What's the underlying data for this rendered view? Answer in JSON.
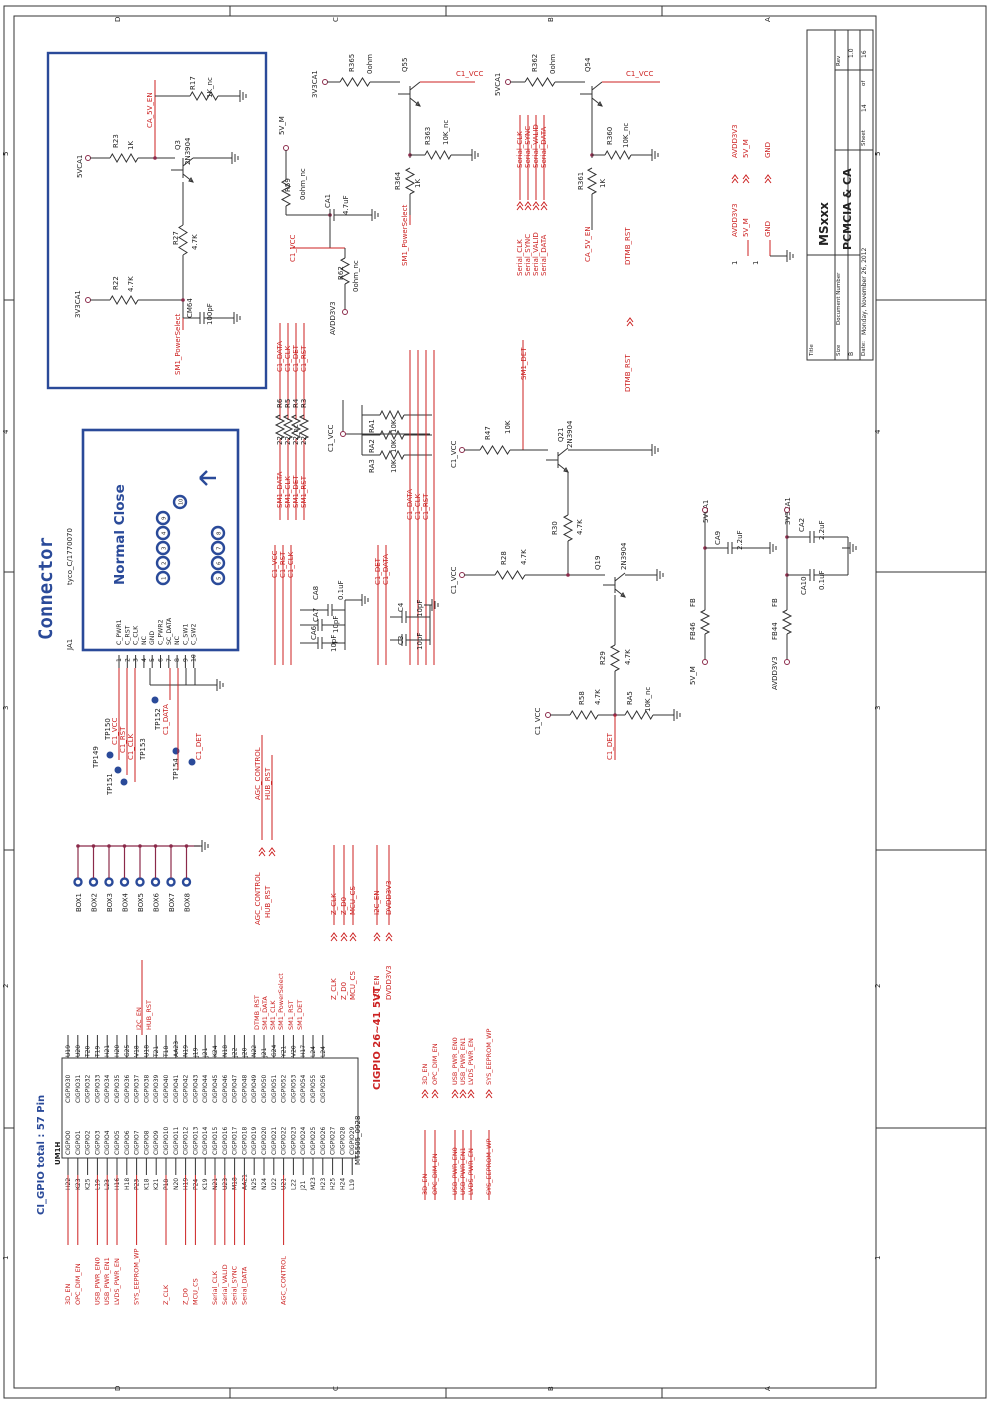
{
  "title_block": {
    "title_label": "Title",
    "title": "MSxxx",
    "doc_title": "PCMCIA & CA",
    "size_label": "Size",
    "size": "B",
    "doc_number_label": "Document Number",
    "rev_label": "Rev",
    "rev": "1.0",
    "date_label": "Date:",
    "date": "Monday, November 26, 2012",
    "sheet_label": "Sheet",
    "sheet": "14",
    "of_label": "of",
    "of": "16"
  },
  "border": {
    "rows_right": [
      "A",
      "B",
      "C",
      "D"
    ],
    "cols": [
      "1",
      "2",
      "3",
      "4",
      "5"
    ]
  },
  "connector_box": {
    "heading": "Connector",
    "part_ref": "JA1",
    "part_no": "tyco_C/1770070",
    "normal_close": "Normal Close",
    "pin_names": [
      "C_PWR1",
      "C_RST",
      "C_CLK",
      "NC",
      "GND",
      "C_PWR2",
      "SC_DATA",
      "NC",
      "C_SW1",
      "C_SW2"
    ],
    "pin_nums": [
      "1",
      "2",
      "3",
      "4",
      "5",
      "6",
      "7",
      "8",
      "9",
      "10"
    ],
    "top_circles": [
      "1",
      "2",
      "3",
      "4",
      "9"
    ],
    "bottom_circles": [
      "5",
      "6",
      "7",
      "8"
    ],
    "extra_circle": "10"
  },
  "test_points": {
    "labels": [
      "TP149",
      "TP150",
      "TP151",
      "TP152",
      "TP153",
      "TP154"
    ],
    "nets": [
      "C1_VCC",
      "C1_RST",
      "C1_CLK",
      "C1_DATA",
      "C1_DET"
    ]
  },
  "box_section": {
    "labels": [
      "BOX1",
      "BOX2",
      "BOX3",
      "BOX4",
      "BOX5",
      "BOX6",
      "BOX7",
      "BOX8"
    ]
  },
  "ca5v_circuit": {
    "refs": [
      "R17",
      "1K_nc",
      "R23",
      "1K",
      "Q3",
      "2N3904",
      "R27",
      "4.7K",
      "R22",
      "4.7K",
      "CM64",
      "100pF"
    ],
    "nets": [
      "CA_5V_EN",
      "5VCA1",
      "3V3CA1",
      "SM1_PowerSelect"
    ]
  },
  "power_switch_1": {
    "refs": [
      "R365",
      "0ohm",
      "Q55",
      "R363",
      "10K_nc",
      "R364",
      "1K",
      "R59",
      "0ohm_nc",
      "CA1",
      "4.7uF",
      "R62",
      "0ohm_nc"
    ],
    "nets": [
      "3V3CA1",
      "C1_VCC",
      "5V_M",
      "C1_VCC",
      "SM1_PowerSelect",
      "AVDD3V3"
    ]
  },
  "power_switch_2": {
    "refs": [
      "R362",
      "0ohm",
      "Q54",
      "R360",
      "10K_nc",
      "R361",
      "1K"
    ],
    "nets": [
      "5VCA1",
      "C1_VCC",
      "CA_5V_EN"
    ]
  },
  "serial_nets": {
    "labels": [
      "Serial_CLK",
      "Serial_SYNC",
      "Serial_VALID",
      "Serial_DATA"
    ]
  },
  "power_ports": {
    "labels": [
      "AVDD3V3",
      "5V_M",
      "GND"
    ],
    "pin": "1"
  },
  "dtmb_rst": {
    "label": "DTMB_RST"
  },
  "sm1_bus": {
    "c1_nets": [
      "C1_DATA",
      "C1_CLK",
      "C1_DET",
      "C1_RST"
    ],
    "sm1_nets": [
      "SM1_DATA",
      "SM1_CLK",
      "SM1_DET",
      "SM1_RST"
    ],
    "r_refs": [
      "R6",
      "R5",
      "R4",
      "R3"
    ],
    "r_vals": [
      "22",
      "22",
      "22_nc",
      "22"
    ],
    "ra_refs": [
      "RA1",
      "RA2",
      "RA3"
    ],
    "ra_vals": [
      "10K",
      "10K",
      "10K"
    ],
    "pull_net": "C1_VCC"
  },
  "det_circuit": {
    "refs": [
      "R47",
      "10K",
      "Q21",
      "2N3904",
      "R30",
      "4.7K",
      "R28",
      "4.7K",
      "Q19",
      "2N3904",
      "R29",
      "4.7K",
      "R58",
      "4.7K",
      "RA5",
      "10K_nc"
    ],
    "nets": [
      "SM1_DET",
      "C1_VCC",
      "C1_VCC",
      "C1_VCC",
      "C1_DET"
    ]
  },
  "caps_mid": {
    "refs": [
      "CA8",
      "0.1uF",
      "CA7",
      "10pF",
      "CA6",
      "10pF",
      "C4",
      "10pF",
      "C3",
      "10pF"
    ],
    "nets": [
      "C1_VCC",
      "C1_RST",
      "C1_CLK",
      "C1_DET",
      "C1_DATA"
    ]
  },
  "filter_circuit": {
    "refs": [
      "CA9",
      "2.2uF",
      "FB46",
      "FB",
      "CA2",
      "2.2uF",
      "CA10",
      "0.1uF",
      "FB44",
      "FB"
    ],
    "nets": [
      "5VCA1",
      "3V3CA1",
      "5V_M",
      "AVDD3V3"
    ]
  },
  "mid_nets": {
    "agc": [
      "AGC_CONTROL",
      "HUB_RST"
    ],
    "z": [
      "Z_CLK",
      "Z_D0",
      "MCU_CS",
      "I2C_EN",
      "DVDD3V3"
    ]
  },
  "gpio": {
    "title": "CI_GPIO total : 57 Pin",
    "ref": "UM1H",
    "part": "MT5505_0928",
    "subtitle": "CIGPIO 26~41 5VT",
    "left_pins": [
      "CIGPIO0",
      "CIGPIO1",
      "CIGPIO2",
      "CIGPIO3",
      "CIGPIO4",
      "CIGPIO5",
      "CIGPIO6",
      "CIGPIO7",
      "CIGPIO8",
      "CIGPIO9",
      "CIGPIO10",
      "CIGPIO11",
      "CIGPIO12",
      "CIGPIO13",
      "CIGPIO14",
      "CIGPIO15",
      "CIGPIO16",
      "CIGPIO17",
      "CIGPIO18",
      "CIGPIO19",
      "CIGPIO20",
      "CIGPIO21",
      "CIGPIO22",
      "CIGPIO23",
      "CIGPIO24",
      "CIGPIO25",
      "CIGPIO26",
      "CIGPIO27",
      "CIGPIO28",
      "CIGPIO29"
    ],
    "left_balls": [
      "H22",
      "K23",
      "K25",
      "L19",
      "L23",
      "H16",
      "H18",
      "P23",
      "K18",
      "K21",
      "P18",
      "N20",
      "H19",
      "P24",
      "K19",
      "N21",
      "U23",
      "M18",
      "AA21",
      "N25",
      "N24",
      "U22",
      "U21",
      "L22",
      "J21",
      "M23",
      "H23",
      "H25",
      "H24",
      "L19"
    ],
    "right_pins": [
      "CIGPIO30",
      "CIGPIO31",
      "CIGPIO32",
      "CIGPIO33",
      "CIGPIO34",
      "CIGPIO35",
      "CIGPIO36",
      "CIGPIO37",
      "CIGPIO38",
      "CIGPIO39",
      "CIGPIO40",
      "CIGPIO41",
      "CIGPIO42",
      "CIGPIO43",
      "CIGPIO44",
      "CIGPIO45",
      "CIGPIO46",
      "CIGPIO47",
      "CIGPIO48",
      "CIGPIO49",
      "CIGPIO50",
      "CIGPIO51",
      "CIGPIO52",
      "CIGPIO53",
      "CIGPIO54",
      "CIGPIO55",
      "CIGPIO56"
    ],
    "right_balls": [
      "U19",
      "U20",
      "T20",
      "T19",
      "H21",
      "H20",
      "G25",
      "V18",
      "U18",
      "T21",
      "T18",
      "AA23",
      "N19",
      "J19",
      "J21",
      "K24",
      "N18",
      "J22",
      "J20",
      "N22",
      "J21",
      "G24",
      "Y21",
      "V20",
      "H17",
      "L24",
      "L24"
    ],
    "left_nets": [
      "3D_EN",
      "OPC_DIM_EN",
      "",
      "USB_PWR_EN0",
      "USB_PWR_EN1",
      "LVDS_PWR_EN",
      "",
      "SYS_EEPROM_WP",
      "",
      "",
      "Z_CLK",
      "",
      "Z_D0",
      "MCU_CS",
      "",
      "Serial_CLK",
      "Serial_VALID",
      "Serial_SYNC",
      "Serial_DATA",
      "",
      "",
      "",
      "AGC_CONTROL"
    ],
    "right_nets": [
      "I2C_EN",
      "HUB_RST",
      "DTMB_RST",
      "SM1_DATA",
      "SM1_CLK",
      "SM1_PowerSelect",
      "SM1_RST",
      "SM1_DET"
    ],
    "side_nets_top": [
      "Z_CLK",
      "Z_D0",
      "MCU_CS",
      "I2C_EN",
      "DVDD3V3"
    ],
    "bottom_nets": [
      "3D_EN",
      "OPC_DIM_EN",
      "USB_PWR_EN0",
      "USB_PWR_EN1",
      "LVDS_PWR_EN",
      "SYS_EEPROM_WP"
    ]
  }
}
